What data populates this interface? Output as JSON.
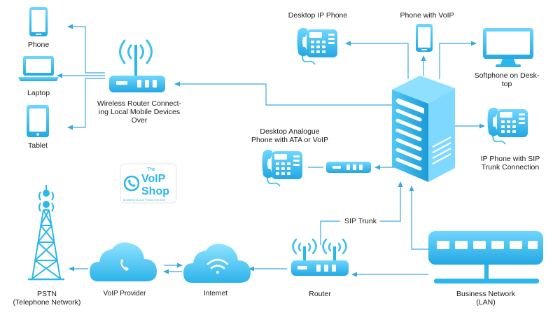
{
  "colors": {
    "accent": "#2bb7ea",
    "accent_light": "#7fdcff",
    "accent_dark": "#1590c8",
    "line": "#3aa9e0",
    "text": "#1a1a1a"
  },
  "labels": {
    "phone": "Phone",
    "laptop": "Laptop",
    "tablet": "Tablet",
    "wireless_router": "Wireless Router Connect-\ning Local Mobile Devices\nOver",
    "desktop_ip_phone": "Desktop IP Phone",
    "phone_with_voip": "Phone with VoIP",
    "softphone": "Softphone on Desk-\ntop",
    "ip_phone_sip": "IP Phone with SIP\nTrunk Connection",
    "analogue_phone": "Desktop Analogue\nPhone with ATA  or VoIP",
    "sip_trunk": "SIP Trunk",
    "pstn": "PSTN\n(Telephone Network)",
    "voip_provider": "VoIP Provider",
    "internet": "Internet",
    "router": "Router",
    "business_network": "Business Network\n(LAN)"
  },
  "logo": {
    "line1": "The",
    "line2": "VoIP",
    "line3": "Shop",
    "tagline": "BUSINESS CLOUD PHONE SYSTEMS"
  },
  "icons": {
    "phone": "smartphone-icon",
    "laptop": "laptop-icon",
    "tablet": "tablet-icon",
    "wireless_router": "wireless-router-icon",
    "desk_phone": "desk-phone-icon",
    "monitor": "monitor-icon",
    "server": "server-icon",
    "ata": "ata-device-icon",
    "tower": "cell-tower-icon",
    "cloud": "cloud-icon",
    "router": "router-icon",
    "switch": "network-switch-icon"
  }
}
